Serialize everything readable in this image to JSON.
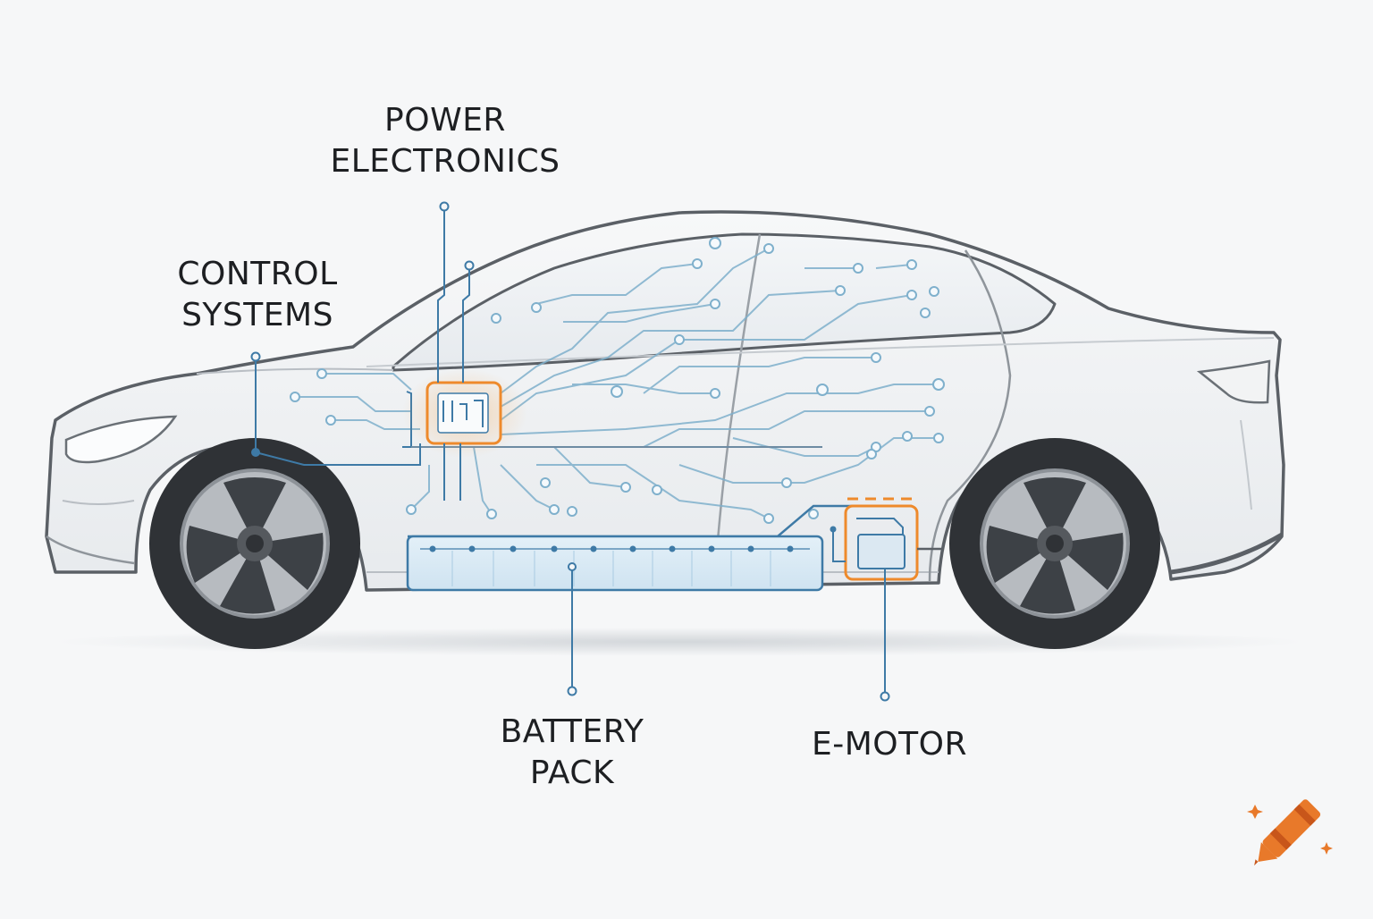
{
  "diagram": {
    "labels": {
      "power_electronics": {
        "line1": "POWER",
        "line2": "ELECTRONICS"
      },
      "control_systems": {
        "line1": "CONTROL",
        "line2": "SYSTEMS"
      },
      "battery_pack": {
        "line1": "BATTERY",
        "line2": "PACK"
      },
      "e_motor": {
        "line1": "E-MOTOR"
      }
    },
    "colors": {
      "background": "#f6f7f8",
      "car_body": "#f1f3f5",
      "car_outline": "#5b6066",
      "circuit": "#7fb0cc",
      "battery": "#3e7aa6",
      "highlight": "#ee8a2c",
      "tire": "#2f3236",
      "rim": "#8d9298",
      "label_text": "#1d1f22"
    },
    "icons": [
      "crayon-logo-icon"
    ]
  }
}
